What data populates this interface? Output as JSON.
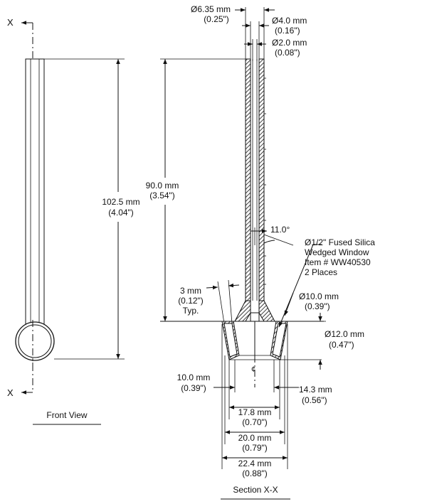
{
  "section_marker": "X",
  "views": {
    "front_title": "Front View",
    "section_title": "Section X-X"
  },
  "dimensions": {
    "d635_mm": "Ø6.35 mm",
    "d635_in": "(0.25\")",
    "d40_mm": "Ø4.0 mm",
    "d40_in": "(0.16\")",
    "d20_mm": "Ø2.0 mm",
    "d20_in": "(0.08\")",
    "len1025_mm": "102.5 mm",
    "len1025_in": "(4.04\")",
    "len900_mm": "90.0 mm",
    "len900_in": "(3.54\")",
    "angle": "11.0°",
    "window_1": "Ø1/2\" Fused Silica",
    "window_2": "Wedged Window",
    "window_3": "Item # WW40530",
    "window_4": "2 Places",
    "t3_mm": "3 mm",
    "t3_in": "(0.12\")",
    "t3_typ": "Typ.",
    "d100_mm": "Ø10.0 mm",
    "d100_in": "(0.39\")",
    "d120_mm": "Ø12.0 mm",
    "d120_in": "(0.47\")",
    "w100_mm": "10.0 mm",
    "w100_in": "(0.39\")",
    "w143_mm": "14.3 mm",
    "w143_in": "(0.56\")",
    "w178_mm": "17.8 mm",
    "w178_in": "(0.70\")",
    "w200_mm": "20.0 mm",
    "w200_in": "(0.79\")",
    "w224_mm": "22.4 mm",
    "w224_in": "(0.88\")"
  }
}
